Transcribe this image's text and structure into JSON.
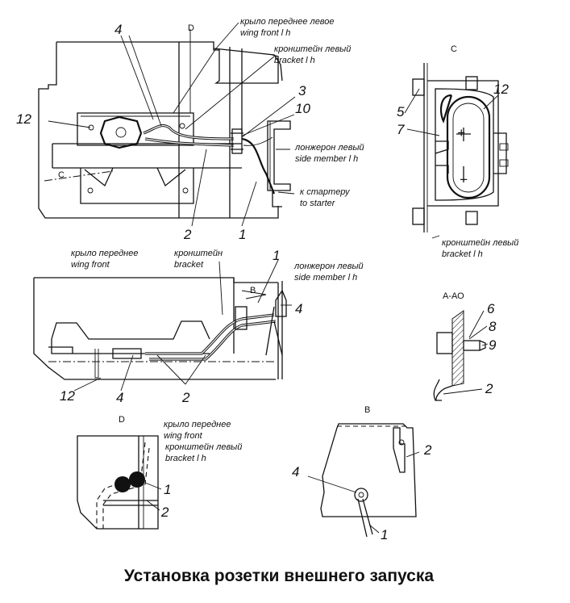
{
  "title": "Установка розетки внешнего запуска",
  "views": {
    "c": "C",
    "a_a": "А-АО",
    "d": "D",
    "b": "В",
    "b_arrow": "В",
    "c_arrow": "С",
    "d_arrow": "D"
  },
  "labels": {
    "wing_front_lh_ru": "крыло переднее левое",
    "wing_front_lh_en": "wing front l h",
    "bracket_lh_ru": "кронштейн левый",
    "bracket_lh_en": "bracket l h",
    "side_member_lh_ru": "лонжерон левый",
    "side_member_lh_en": "side member l h",
    "to_starter_ru": "к стартеру",
    "to_starter_en": "to starter",
    "bracket_c_ru": "кронштейн левый",
    "bracket_c_en": "bracket l h",
    "wing_front_ru_mid": "крыло переднее",
    "wing_front_en_mid": "wing front",
    "bracket_ru_mid": "кронштейн",
    "bracket_en_mid": "bracket",
    "side_member_ru_mid": "лонжерон левый",
    "side_member_en_mid": "side member l h",
    "wing_front_ru_d": "крыло переднее",
    "wing_front_en_d": "wing front",
    "bracket_ru_d": "кронштейн левый",
    "bracket_en_d": "bracket l h"
  },
  "callouts": {
    "top": {
      "n4": "4",
      "n12": "12",
      "n3": "3",
      "n10": "10",
      "n2": "2",
      "n1": "1"
    },
    "c": {
      "n5": "5",
      "n7": "7",
      "n12": "12",
      "plus": "+",
      "minus": "−"
    },
    "mid": {
      "n1": "1",
      "n4a": "4",
      "n12": "12",
      "n4b": "4",
      "n2": "2"
    },
    "a_a": {
      "n6": "6",
      "n8": "8",
      "n9": "9",
      "n2": "2"
    },
    "d": {
      "n1": "1",
      "n2": "2"
    },
    "b": {
      "n2": "2",
      "n4": "4",
      "n1": "1"
    }
  }
}
